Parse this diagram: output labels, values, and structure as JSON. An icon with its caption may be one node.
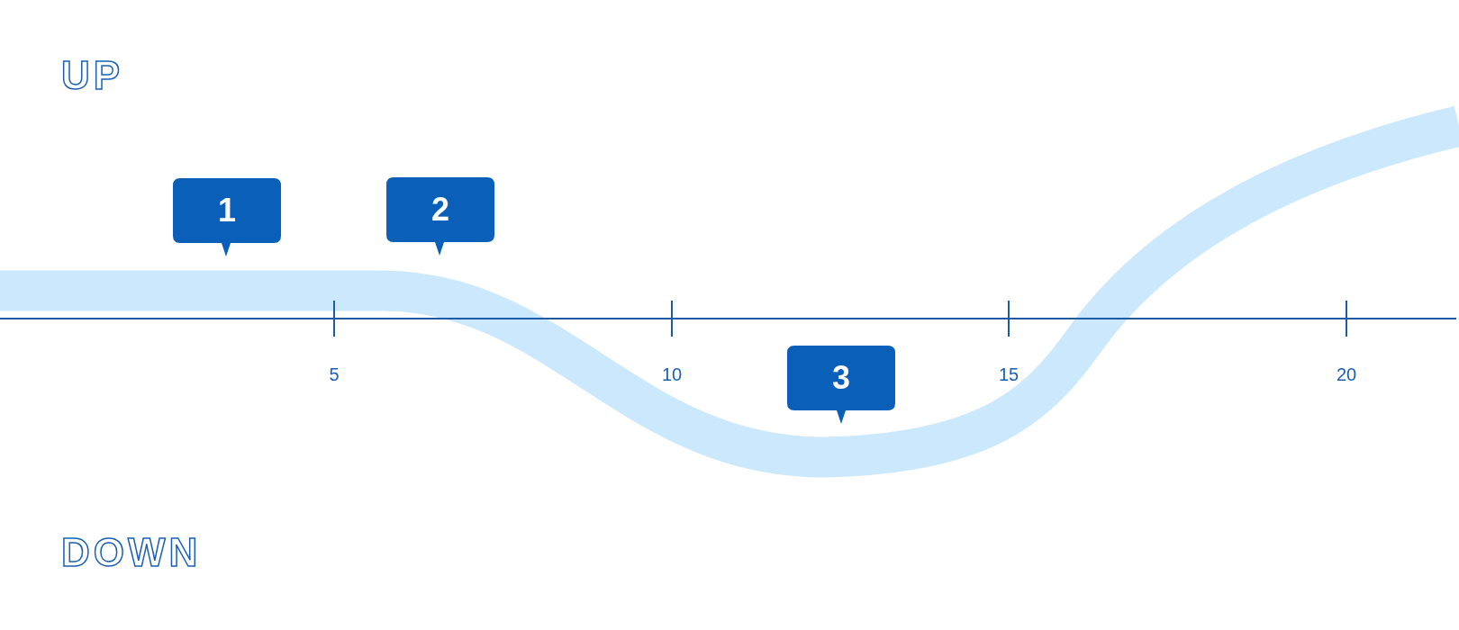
{
  "diagram": {
    "nodes": [
      {
        "text": [
          "1"
        ]
      },
      {
        "text": [
          "2"
        ]
      },
      {
        "text": [
          "3"
        ]
      }
    ],
    "labels": [
      "UP",
      "5",
      "10",
      "15",
      "20",
      "DOWN"
    ]
  }
}
